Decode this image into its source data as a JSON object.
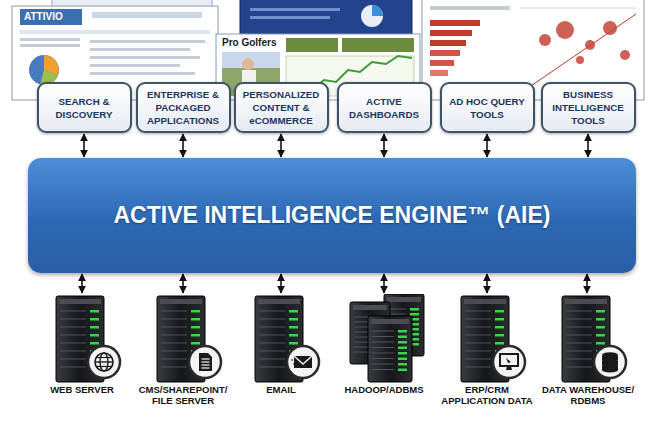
{
  "diagram": {
    "nodes": [
      {
        "text": [
          "SEARCH & DISCOVERY"
        ]
      },
      {
        "text": [
          "ENTERPRISE & PACKAGED APPLICATIONS"
        ]
      },
      {
        "text": [
          "PERSONALIZED CONTENT & eCOMMERCE"
        ]
      },
      {
        "text": [
          "ACTIVE DASHBOARDS"
        ]
      },
      {
        "text": [
          "AD HOC QUERY TOOLS"
        ]
      },
      {
        "text": [
          "BUSINESS INTELLIGENCE TOOLS"
        ]
      },
      {
        "text": [
          "ACTIVE INTELLIGENCE ENGINE™ (AIE)"
        ]
      },
      {
        "text": [
          "WEB SERVER"
        ]
      },
      {
        "text": [
          "CMS/SHAREPOINT/ FILE SERVER"
        ]
      },
      {
        "text": [
          "EMAIL"
        ]
      },
      {
        "text": [
          "HADOOP/ADBMS"
        ]
      },
      {
        "text": [
          "ERP/CRM APPLICATION DATA"
        ]
      },
      {
        "text": [
          "DATA WAREHOUSE/ RDBMS"
        ]
      }
    ],
    "edges": [
      {
        "from": 0,
        "to": 6,
        "arrow": "both"
      },
      {
        "from": 1,
        "to": 6,
        "arrow": "both"
      },
      {
        "from": 2,
        "to": 6,
        "arrow": "both"
      },
      {
        "from": 3,
        "to": 6,
        "arrow": "both"
      },
      {
        "from": 4,
        "to": 6,
        "arrow": "both"
      },
      {
        "from": 5,
        "to": 6,
        "arrow": "both"
      },
      {
        "from": 6,
        "to": 7,
        "arrow": "both"
      },
      {
        "from": 6,
        "to": 8,
        "arrow": "both"
      },
      {
        "from": 6,
        "to": 9,
        "arrow": "both"
      },
      {
        "from": 6,
        "to": 10,
        "arrow": "both"
      },
      {
        "from": 6,
        "to": 11,
        "arrow": "both"
      },
      {
        "from": 6,
        "to": 12,
        "arrow": "both"
      }
    ],
    "labels": [
      "ATTIVIO",
      "Pro Golfers"
    ]
  }
}
